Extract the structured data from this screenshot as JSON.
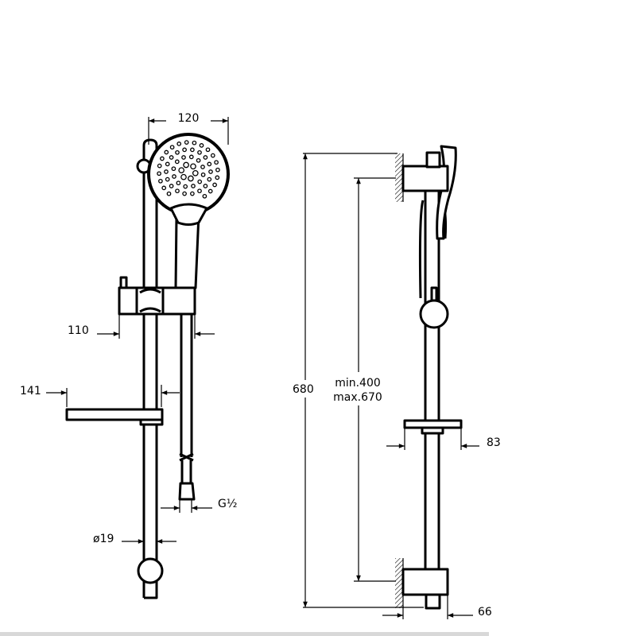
{
  "dimensions": {
    "head_width": "120",
    "slider_depth": "110",
    "soap_dish_depth": "141",
    "hose_thread": "G½",
    "rail_diameter": "ø19",
    "total_height": "680",
    "bracket_spacing_min": "min.400",
    "bracket_spacing_max": "max.670",
    "soap_dish_width": "83",
    "bracket_depth": "66"
  },
  "colors": {
    "line": "#000000",
    "background": "#ffffff"
  }
}
